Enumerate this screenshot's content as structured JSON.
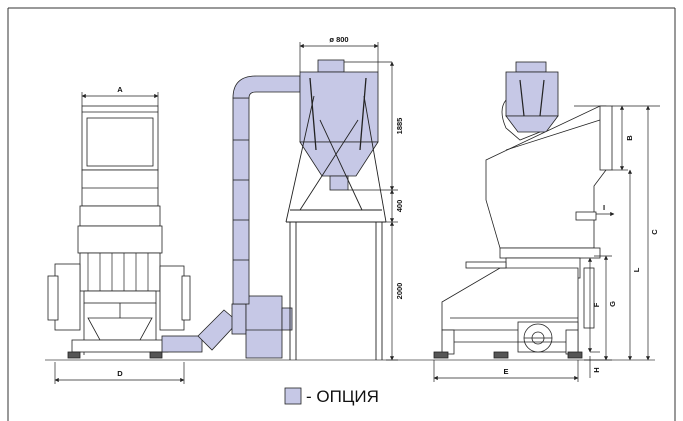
{
  "labels": {
    "A": "A",
    "D": "D",
    "diameter": "ø 800",
    "h1885": "1885",
    "h400": "400",
    "h2000": "2000",
    "B": "B",
    "C": "C",
    "I": "I",
    "L": "L",
    "G": "G",
    "F": "F",
    "E": "E",
    "H": "H"
  },
  "legend": {
    "text": "- ОПЦИЯ",
    "swatch_color": "#c6c8e6"
  },
  "colors": {
    "line": "#222222",
    "option_fill": "#c6c8e6",
    "frame_fill": "#ffffff"
  }
}
